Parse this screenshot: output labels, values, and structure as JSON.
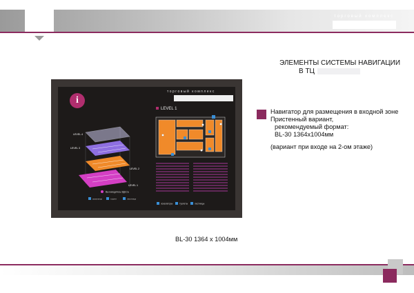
{
  "header": {
    "caption": "торговый комплекс",
    "accent_color": "#8b2a5e"
  },
  "title": {
    "line1": "ЭЛЕМЕНТЫ СИСТЕМЫ НАВИГАЦИИ",
    "line2": "В ТЦ"
  },
  "description": {
    "line1": "Навигатор для размещения в входной зоне",
    "line2": "Пристенный вариант,",
    "line3": "рекомендуемый формат:",
    "line4": "BL-30 1364x1004мм",
    "note": "(вариант при входе на 2-ом этаже)"
  },
  "board": {
    "caption": "торговый комплекс",
    "info_glyph": "i",
    "plan_title": "LEVEL 1",
    "levels": [
      "LEVEL 4",
      "LEVEL 3",
      "LEVEL 2",
      "LEVEL 1"
    ],
    "level_colors": [
      "#c9c7ea",
      "#8e6fe0",
      "#f08a2a",
      "#d43fc4"
    ],
    "you_are_here": "Вы нахoдитесь ЗДЕСЬ",
    "legend_items": [
      "эскалаторы",
      "туалеты",
      "лестницы"
    ],
    "iso_legend_items": [
      "эскалатор",
      "туалет",
      "лестница"
    ]
  },
  "caption": "BL-30  1364 x 1004мм"
}
